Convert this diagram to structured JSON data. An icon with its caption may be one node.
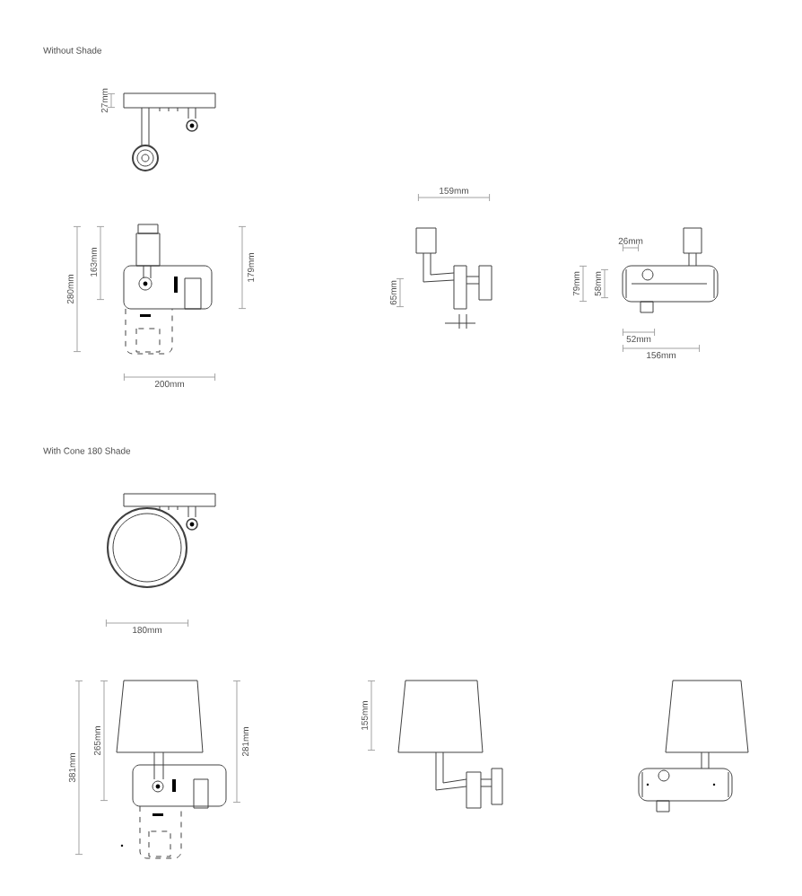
{
  "diagram": {
    "labels": [
      "Without Shade",
      "27mm",
      "163mm",
      "280mm",
      "179mm",
      "200mm",
      "159mm",
      "65mm",
      "26mm",
      "79mm",
      "58mm",
      "52mm",
      "156mm",
      "With Cone 180 Shade",
      "180mm",
      "381mm",
      "265mm",
      "281mm",
      "155mm"
    ]
  }
}
